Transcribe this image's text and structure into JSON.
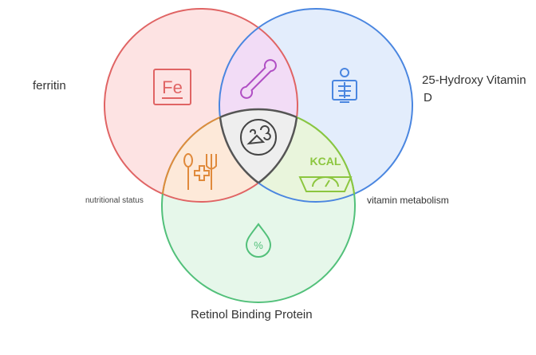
{
  "diagram": {
    "type": "venn",
    "sets": [
      {
        "id": "ferritin",
        "label": "ferritin",
        "stroke": "#e06464",
        "fill": "#fde3e3"
      },
      {
        "id": "vitd",
        "label_line1": "25-Hydroxy Vitamin",
        "label_line2": "D",
        "stroke": "#4a86e0",
        "fill": "#e3edfc"
      },
      {
        "id": "rbp",
        "label": "Retinol Binding Protein",
        "stroke": "#52c07a",
        "fill": "#e6f7ea"
      }
    ],
    "intersections": {
      "ferritin_vitd": {
        "fill": "#f2dcf6",
        "icon": "bone-icon"
      },
      "ferritin_rbp": {
        "label": "nutritional status",
        "fill": "#fde9d9",
        "icon": "nutrition-icon",
        "stroke": "#e08a3c"
      },
      "vitd_rbp": {
        "label": "vitamin metabolism",
        "fill": "#e9f5dc",
        "icon": "kcal-scale-icon",
        "icon_text": "KCAL",
        "stroke": "#8cc63f"
      },
      "all": {
        "fill": "#eeeeee",
        "icon": "food-plate-icon",
        "stroke": "#555555"
      }
    },
    "set_icons": {
      "ferritin": {
        "icon": "iron-element-icon",
        "text": "Fe"
      },
      "vitd": {
        "icon": "xray-skeleton-icon"
      },
      "rbp": {
        "icon": "drop-percent-icon",
        "text": "%"
      }
    }
  }
}
